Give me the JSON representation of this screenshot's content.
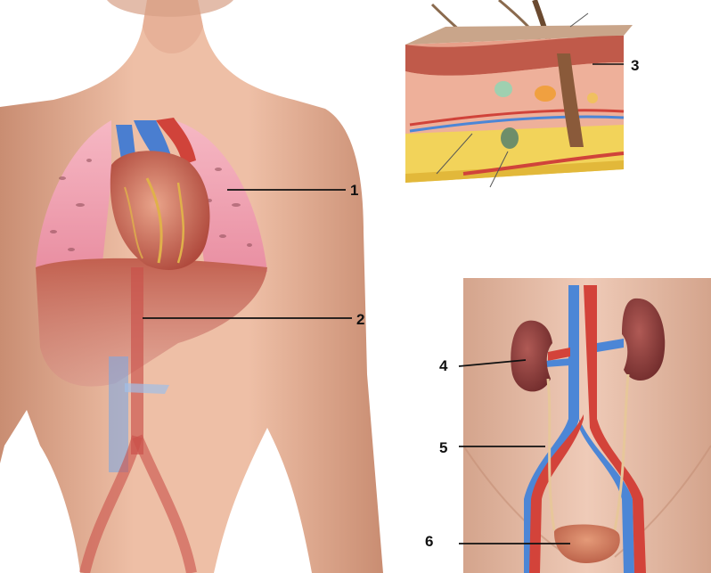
{
  "labels": [
    {
      "id": "1",
      "text": "1"
    },
    {
      "id": "2",
      "text": "2"
    },
    {
      "id": "3",
      "text": "3"
    },
    {
      "id": "4",
      "text": "4"
    },
    {
      "id": "5",
      "text": "5"
    },
    {
      "id": "6",
      "text": "6"
    }
  ],
  "colors": {
    "skin": "#e8b49a",
    "skin_dark": "#c98d72",
    "lung": "#f2a6b5",
    "liver": "#b4544a",
    "heart": "#c65a4a",
    "artery": "#d3433a",
    "vein": "#4c86d6",
    "kidney": "#8e3b3a",
    "fat": "#f2d35a"
  }
}
